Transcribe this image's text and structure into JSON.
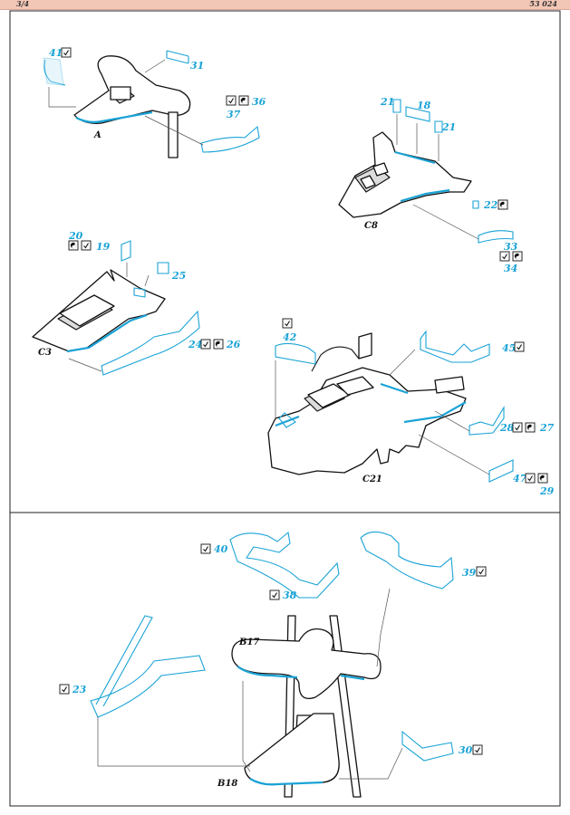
{
  "header": {
    "page": "3/4",
    "code": "53 024"
  },
  "labels": {
    "A": "A",
    "C8": "C8",
    "C3": "C3",
    "C21": "C21",
    "B17": "B17",
    "B18": "B18"
  },
  "numbers": {
    "n41": "41",
    "n31": "31",
    "n36": "36",
    "n37": "37",
    "n21a": "21",
    "n18": "18",
    "n21b": "21",
    "n22": "22",
    "n33": "33",
    "n34": "34",
    "n20": "20",
    "n19": "19",
    "n25": "25",
    "n24": "24",
    "n26": "26",
    "n42": "42",
    "n45": "45",
    "n28": "28",
    "n27": "27",
    "n47": "47",
    "n29": "29",
    "n40": "40",
    "n39": "39",
    "n38": "38",
    "n23": "23",
    "n30": "30"
  },
  "icons": {
    "check": "check-mark-icon",
    "bend": "fold-symbol-icon"
  },
  "colors": {
    "photoetch": "#1aa3d6",
    "header_bar": "#f3c7b6"
  }
}
